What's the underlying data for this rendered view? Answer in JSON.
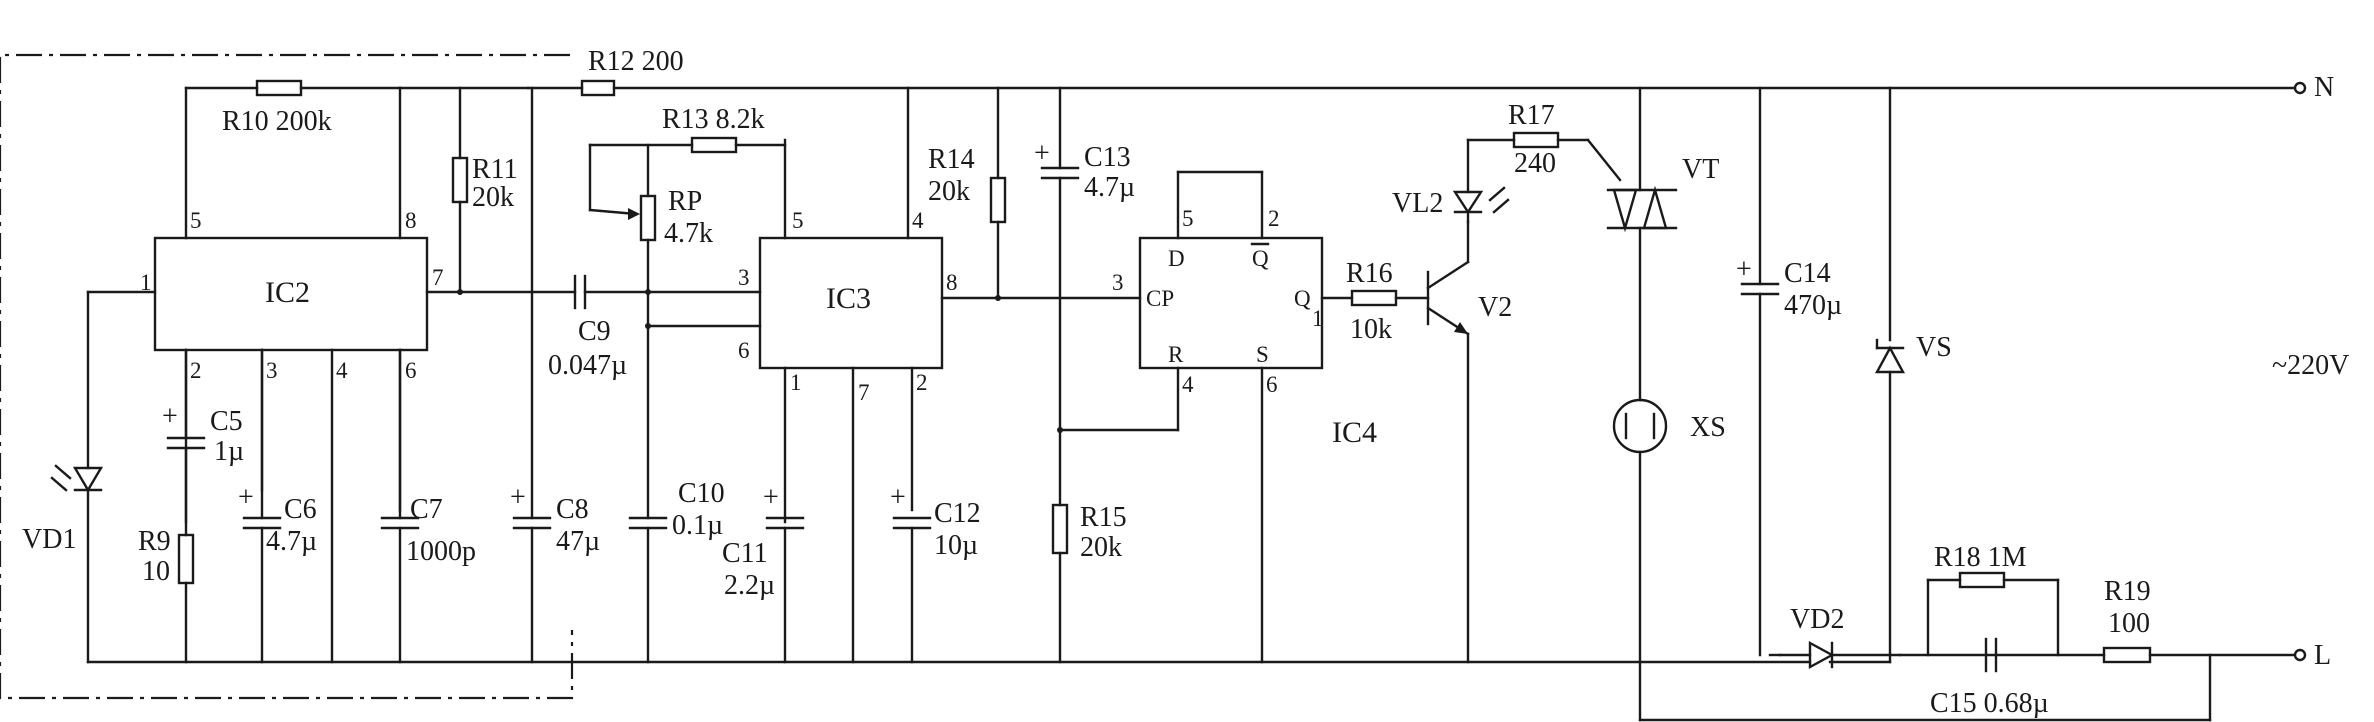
{
  "chips": {
    "ic2": "IC2",
    "ic3": "IC3",
    "ic4": "IC4",
    "ic4_pins": {
      "d": "D",
      "qbar": "Q",
      "cp": "CP",
      "q": "Q",
      "r": "R",
      "s": "S"
    }
  },
  "pins": {
    "ic2": {
      "p1": "1",
      "p2": "2",
      "p3": "3",
      "p4": "4",
      "p5": "5",
      "p6": "6",
      "p7": "7",
      "p8": "8"
    },
    "ic3": {
      "p1": "1",
      "p2": "2",
      "p3": "3",
      "p4": "4",
      "p5": "5",
      "p6": "6",
      "p7": "7",
      "p8": "8"
    },
    "ic4": {
      "p1": "1",
      "p2": "2",
      "p3": "3",
      "p4": "4",
      "p5": "5",
      "p6": "6"
    }
  },
  "components": {
    "r9": {
      "ref": "R9",
      "value": "10"
    },
    "r10": "R10 200k",
    "r11": {
      "ref": "R11",
      "value": "20k"
    },
    "r12": "R12 200",
    "r13": "R13 8.2k",
    "rp": {
      "ref": "RP",
      "value": "4.7k"
    },
    "r14": {
      "ref": "R14",
      "value": "20k"
    },
    "r15": {
      "ref": "R15",
      "value": "20k"
    },
    "r16": {
      "ref": "R16",
      "value": "10k"
    },
    "r17": {
      "ref": "R17",
      "value": "240"
    },
    "r18": "R18 1M",
    "r19": {
      "ref": "R19",
      "value": "100"
    },
    "c5": {
      "ref": "C5",
      "value": "1µ"
    },
    "c6": {
      "ref": "C6",
      "value": "4.7µ"
    },
    "c7": {
      "ref": "C7",
      "value": "1000p"
    },
    "c8": {
      "ref": "C8",
      "value": "47µ"
    },
    "c9": {
      "ref": "C9",
      "value": "0.047µ"
    },
    "c10": {
      "ref": "C10",
      "value": "0.1µ"
    },
    "c11": {
      "ref": "C11",
      "value": "2.2µ"
    },
    "c12": {
      "ref": "C12",
      "value": "10µ"
    },
    "c13": {
      "ref": "C13",
      "value": "4.7µ"
    },
    "c14": {
      "ref": "C14",
      "value": "470µ"
    },
    "c15": "C15 0.68µ",
    "vd1": "VD1",
    "vd2": "VD2",
    "vl2": "VL2",
    "v2": "V2",
    "vt": "VT",
    "vs": "VS",
    "xs": "XS"
  },
  "supply": {
    "n": "N",
    "l": "L",
    "voltage": "~220V"
  },
  "plus_sign": "+"
}
